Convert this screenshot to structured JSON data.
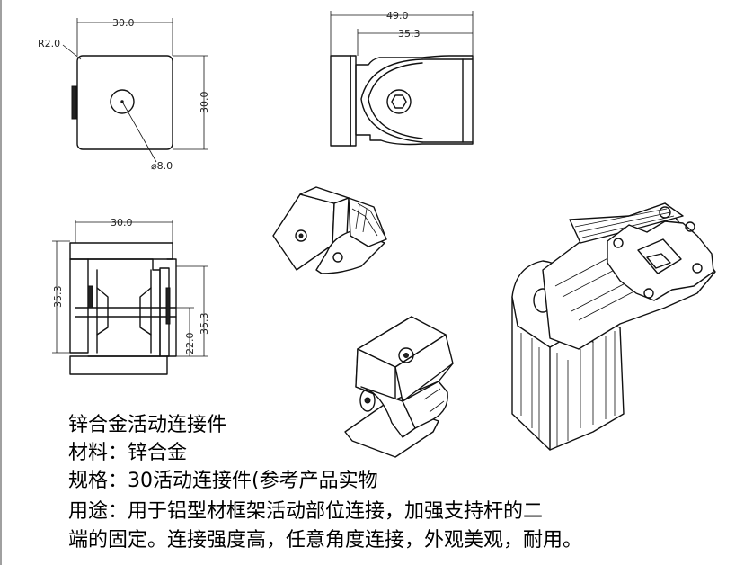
{
  "dimensions": {
    "top_view": {
      "width": "30.0",
      "radius": "R2.0",
      "height": "30.0",
      "hole": "⌀8.0"
    },
    "side_view": {
      "outer": "49.0",
      "inner": "35.3"
    },
    "front_view": {
      "width": "30.0",
      "left_height": "35.3",
      "right_height": "35.3",
      "inner_height": "22.0"
    }
  },
  "description": {
    "line1": "锌合金活动连接件",
    "line2": "材料：锌合金",
    "line3": "规格：30活动连接件(参考产品实物",
    "line4": "用途：用于铝型材框架活动部位连接，加强支持杆的二",
    "line5": "端的固定。连接强度高，任意角度连接，外观美观，耐用。"
  }
}
